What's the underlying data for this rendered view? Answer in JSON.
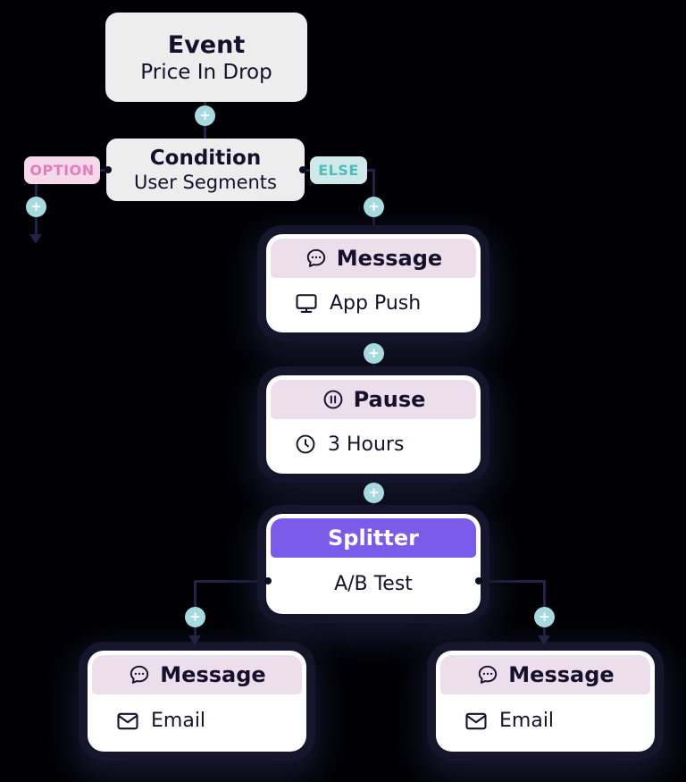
{
  "ui": {
    "plus": "+"
  },
  "colors": {
    "background": "#000004",
    "node_gray": "#ededed",
    "header_lavender": "#ecdfeb",
    "splitter_purple": "#7a5bea",
    "option_badge_bg": "#f5d9ea",
    "option_badge_text": "#e07fbe",
    "else_badge_bg": "#cfe8e8",
    "else_badge_text": "#4cbcbc",
    "plus_circle": "#a7dade",
    "connector": "#23234a",
    "text_dark": "#16102c"
  },
  "flow": {
    "event": {
      "title": "Event",
      "subtitle": "Price In Drop"
    },
    "condition": {
      "title": "Condition",
      "subtitle": "User Segments"
    },
    "branches": {
      "option": "OPTION",
      "else": "ELSE"
    },
    "message_push": {
      "title": "Message",
      "subtitle": "App Push",
      "header_icon": "chat-icon",
      "body_icon": "monitor-icon"
    },
    "pause": {
      "title": "Pause",
      "subtitle": "3 Hours",
      "header_icon": "pause-circle-icon",
      "body_icon": "clock-icon"
    },
    "splitter": {
      "title": "Splitter",
      "subtitle": "A/B Test"
    },
    "message_email_left": {
      "title": "Message",
      "subtitle": "Email",
      "header_icon": "chat-icon",
      "body_icon": "envelope-icon"
    },
    "message_email_right": {
      "title": "Message",
      "subtitle": "Email",
      "header_icon": "chat-icon",
      "body_icon": "envelope-icon"
    }
  }
}
